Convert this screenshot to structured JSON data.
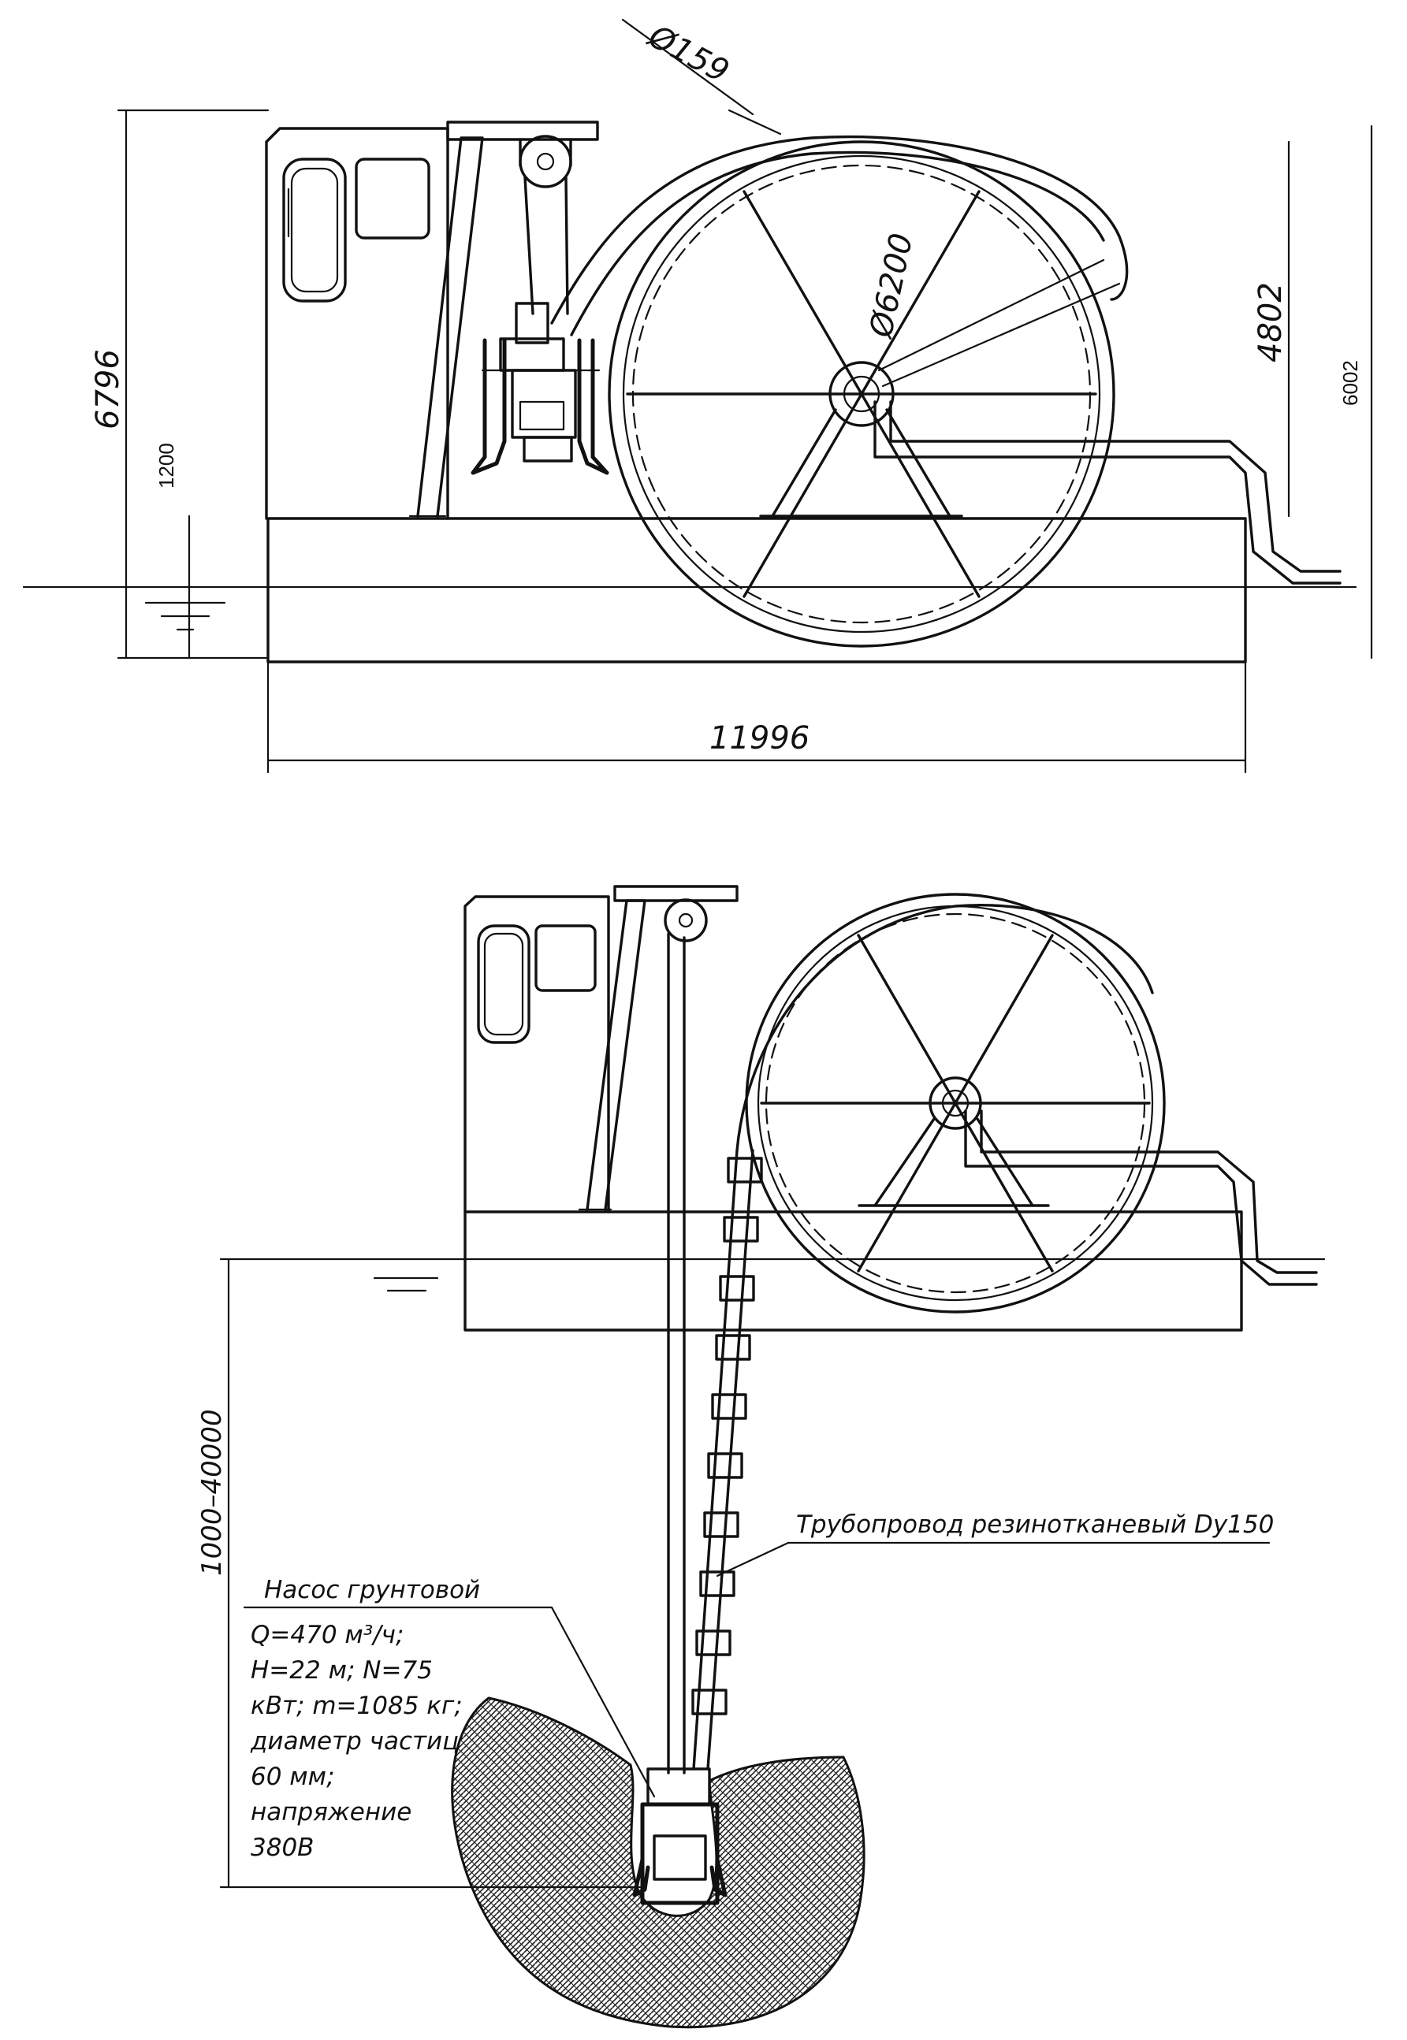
{
  "upper_view": {
    "dimensions": {
      "hose_diameter": "Ø159",
      "drum_diameter": "Ø6200",
      "total_height": "6796",
      "deck_height": "1200",
      "drum_top_height": "4802",
      "drum_full_height": "6002",
      "overall_length": "11996"
    }
  },
  "lower_view": {
    "pipeline_label": "Трубопровод резинотканевый Dy150",
    "depth_range": "1000–40000",
    "pump": {
      "title": "Насос грунтовой",
      "spec_lines": [
        "Q=470 м³/ч;",
        "H=22 м; N=75",
        "кВт; m=1085 кг;",
        "диаметр частиц",
        "60 мм;",
        "напряжение",
        "380В"
      ]
    }
  }
}
